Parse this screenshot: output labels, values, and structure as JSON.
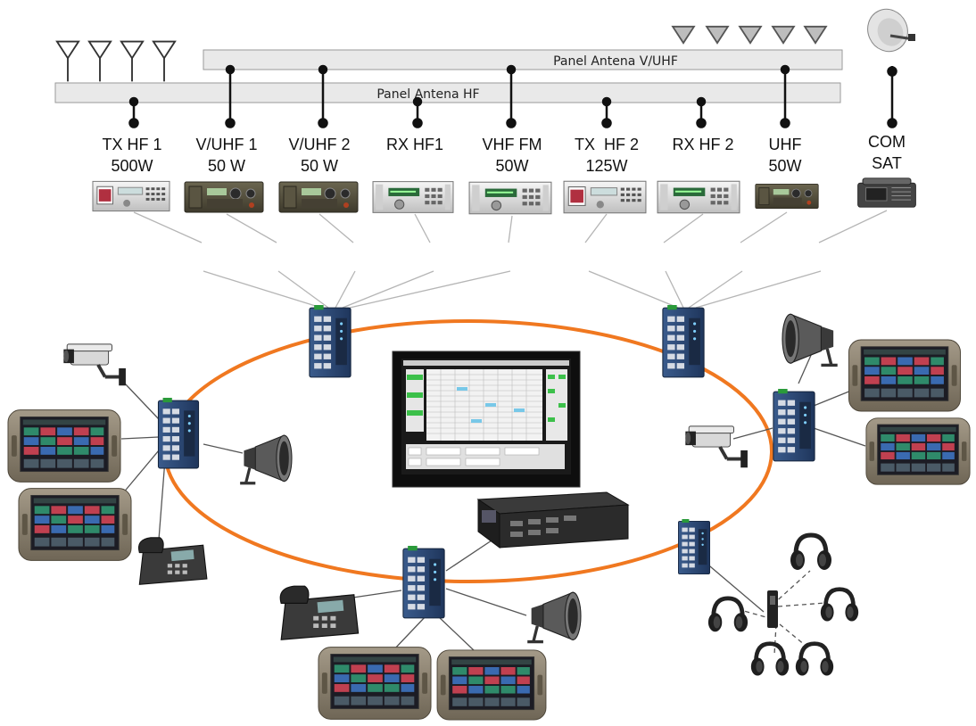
{
  "buses": {
    "vuhf_label": "Panel Antena V/UHF",
    "hf_label": "Panel Antena HF"
  },
  "radios": [
    {
      "line1": "TX HF 1",
      "line2": "500W",
      "icon": "transmitter-rack-icon"
    },
    {
      "line1": "V/UHF 1",
      "line2": "50 W",
      "icon": "military-radio-icon"
    },
    {
      "line1": "V/UHF 2",
      "line2": "50 W",
      "icon": "military-radio-icon"
    },
    {
      "line1": "RX HF1",
      "line2": "",
      "icon": "receiver-rack-icon"
    },
    {
      "line1": "VHF FM",
      "line2": "50W",
      "icon": "receiver-rack-icon"
    },
    {
      "line1": "TX  HF 2",
      "line2": "125W",
      "icon": "transmitter-rack-icon"
    },
    {
      "line1": "RX HF 2",
      "line2": "",
      "icon": "receiver-rack-icon"
    },
    {
      "line1": "UHF",
      "line2": "50W",
      "icon": "military-radio-icon"
    },
    {
      "line1": "COM",
      "line2": "SAT",
      "icon": "satcom-terminal-icon"
    }
  ],
  "colors": {
    "ring": "#f07820",
    "bus_fill": "#e9e9e9",
    "switch_blue": "#2c4a78",
    "panel_bezel": "#8b8070"
  }
}
